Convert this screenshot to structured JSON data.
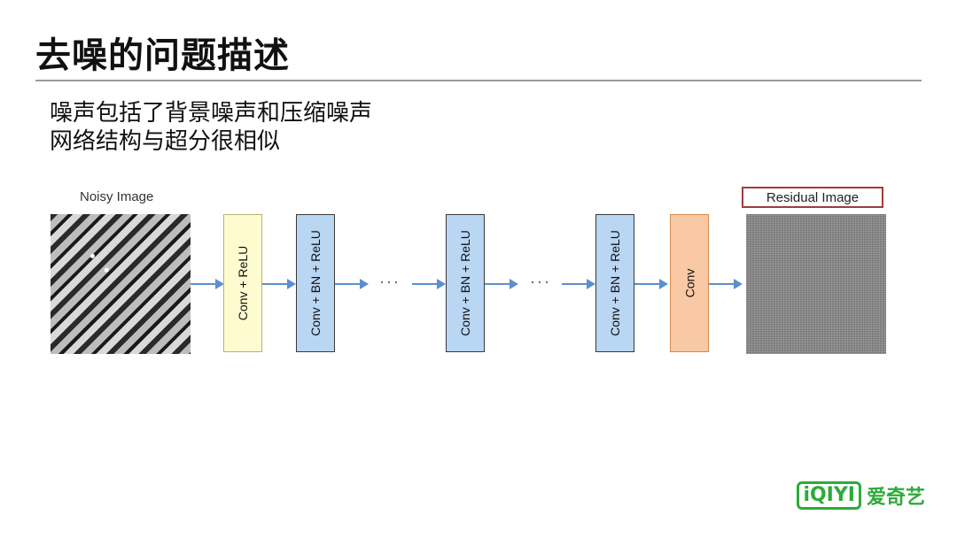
{
  "slide": {
    "title": "去噪的问题描述",
    "bullets": [
      "噪声包括了背景噪声和压缩噪声",
      "网络结构与超分很相似"
    ]
  },
  "diagram": {
    "input_label": "Noisy Image",
    "output_label": "Residual Image",
    "ellipsis": "···",
    "layers": [
      {
        "label": "Conv + ReLU",
        "kind": "relu"
      },
      {
        "label": "Conv + BN + ReLU",
        "kind": "bn"
      },
      {
        "label": "Conv + BN + ReLU",
        "kind": "bn"
      },
      {
        "label": "Conv + BN + ReLU",
        "kind": "bn"
      },
      {
        "label": "Conv",
        "kind": "conv"
      }
    ],
    "colors": {
      "relu_fill": "#fffbd0",
      "bn_fill": "#b9d6f3",
      "conv_fill": "#f8c9a4",
      "arrow": "#5b8fd0",
      "residual_border": "#a33a3a"
    }
  },
  "logo": {
    "badge": "iQIYI",
    "text": "爱奇艺",
    "color": "#2eaa3a"
  }
}
